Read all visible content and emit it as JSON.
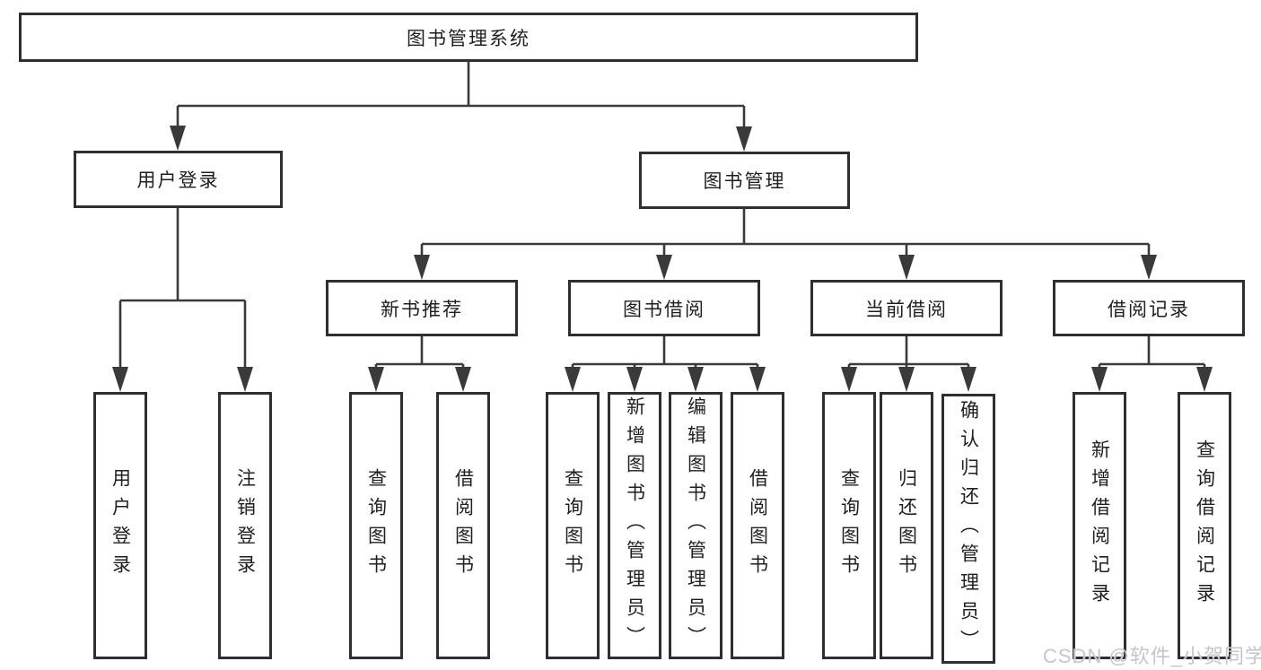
{
  "tree": {
    "label": "图书管理系统",
    "children": [
      {
        "label": "用户登录",
        "children": [
          {
            "label": "用户登录"
          },
          {
            "label": "注销登录"
          }
        ]
      },
      {
        "label": "图书管理",
        "children": [
          {
            "label": "新书推荐",
            "children": [
              {
                "label": "查询图书"
              },
              {
                "label": "借阅图书"
              }
            ]
          },
          {
            "label": "图书借阅",
            "children": [
              {
                "label": "查询图书"
              },
              {
                "label": "新增图书（管理员）"
              },
              {
                "label": "编辑图书（管理员）"
              },
              {
                "label": "借阅图书"
              }
            ]
          },
          {
            "label": "当前借阅",
            "children": [
              {
                "label": "查询图书"
              },
              {
                "label": "归还图书"
              },
              {
                "label": "确认归还（管理员）"
              }
            ]
          },
          {
            "label": "借阅记录",
            "children": [
              {
                "label": "新增借阅记录"
              },
              {
                "label": "查询借阅记录"
              }
            ]
          }
        ]
      }
    ]
  },
  "watermark": "CSDN @软件_小贺同学",
  "colors": {
    "line": "#3a3a3a",
    "border": "#2f2f2f",
    "bg": "#ffffff",
    "text": "#1f1f1f",
    "watermark": "#c6c6c6"
  }
}
